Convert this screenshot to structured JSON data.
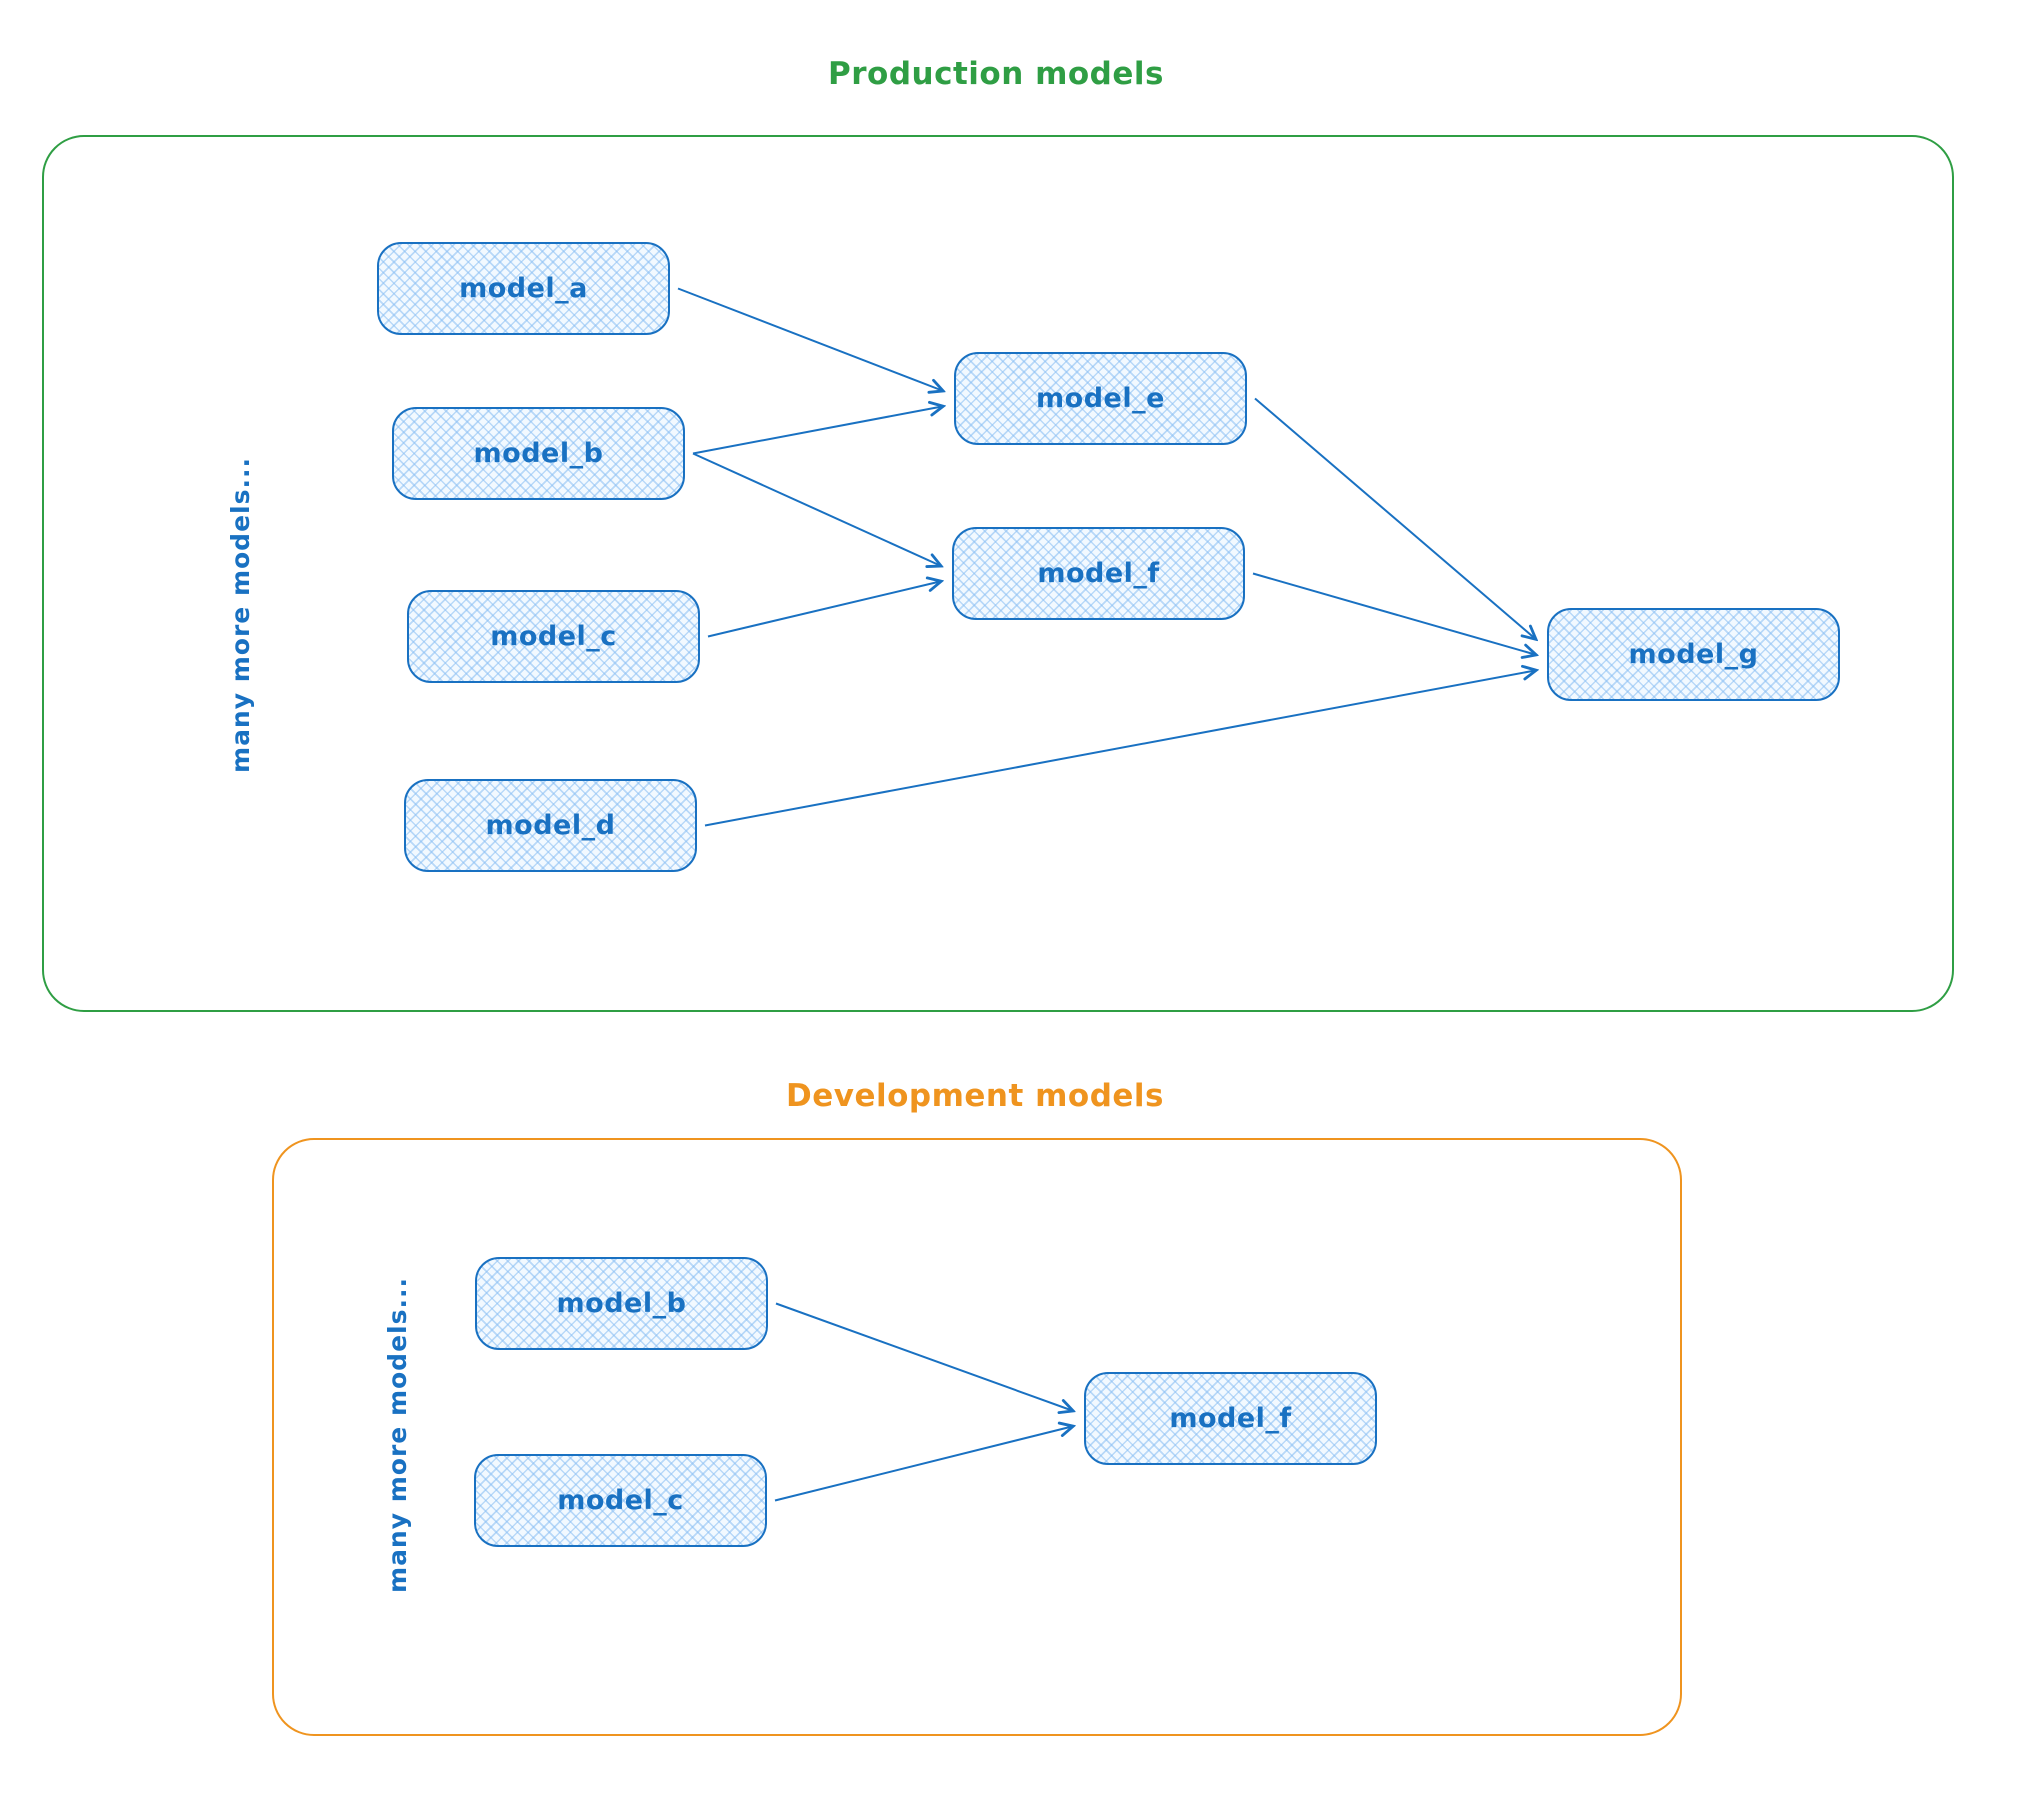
{
  "colors": {
    "production_border": "#2f9e44",
    "development_border": "#ef941f",
    "node_stroke": "#1971c2",
    "node_fill": "#d6eaff",
    "arrow": "#1971c2"
  },
  "production": {
    "title": "Production models",
    "side_label": "many more models...",
    "nodes": [
      {
        "id": "model_a",
        "label": "model_a"
      },
      {
        "id": "model_b",
        "label": "model_b"
      },
      {
        "id": "model_c",
        "label": "model_c"
      },
      {
        "id": "model_d",
        "label": "model_d"
      },
      {
        "id": "model_e",
        "label": "model_e"
      },
      {
        "id": "model_f",
        "label": "model_f"
      },
      {
        "id": "model_g",
        "label": "model_g"
      }
    ],
    "edges": [
      {
        "from": "model_a",
        "to": "model_e"
      },
      {
        "from": "model_b",
        "to": "model_e"
      },
      {
        "from": "model_b",
        "to": "model_f"
      },
      {
        "from": "model_c",
        "to": "model_f"
      },
      {
        "from": "model_e",
        "to": "model_g"
      },
      {
        "from": "model_f",
        "to": "model_g"
      },
      {
        "from": "model_d",
        "to": "model_g"
      }
    ]
  },
  "development": {
    "title": "Development models",
    "side_label": "many more models...",
    "nodes": [
      {
        "id": "model_b",
        "label": "model_b"
      },
      {
        "id": "model_c",
        "label": "model_c"
      },
      {
        "id": "model_f",
        "label": "model_f"
      }
    ],
    "edges": [
      {
        "from": "model_b",
        "to": "model_f"
      },
      {
        "from": "model_c",
        "to": "model_f"
      }
    ]
  }
}
